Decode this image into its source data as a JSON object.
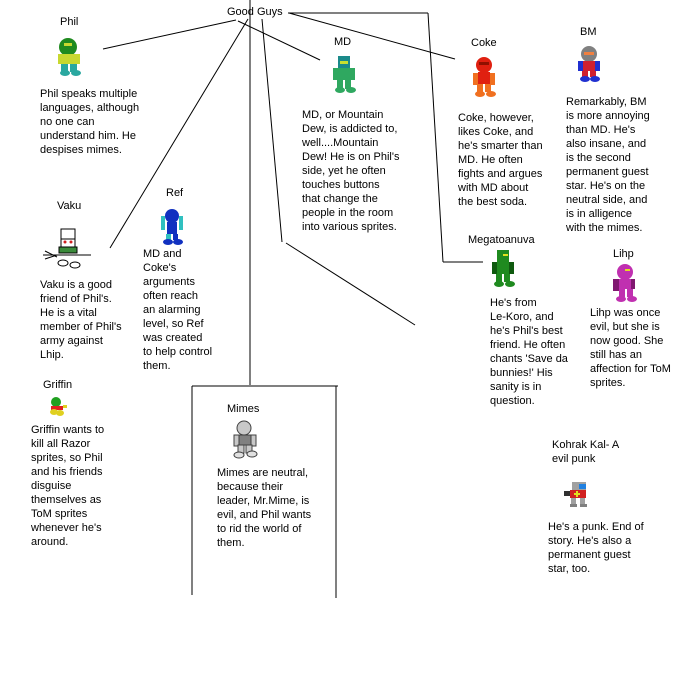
{
  "title": "Good Guys",
  "characters": {
    "phil": {
      "name": "Phil",
      "description": "Phil speaks multiple\nlanguages, although\nno one can\nunderstand him. He\ndespises mimes.",
      "colors": {
        "primary": "#1f8a1f",
        "secondary": "#c8d830",
        "accent": "#2aa8a0"
      }
    },
    "md": {
      "name": "MD",
      "description": "MD, or Mountain\nDew, is addicted to,\nwell....Mountain\nDew! He is on Phil's\nside, yet he often\ntouches buttons\nthat change the\npeople in the room\ninto various sprites.",
      "colors": {
        "primary": "#2fa860",
        "secondary": "#1b8a8a",
        "accent": "#c8e030"
      }
    },
    "coke": {
      "name": "Coke",
      "description": "Coke, however,\nlikes Coke, and\nhe's smarter than\nMD. He often\nfights and argues\nwith MD about\nthe best soda.",
      "colors": {
        "primary": "#e02010",
        "secondary": "#f07020",
        "accent": "#901000"
      }
    },
    "bm": {
      "name": "BM",
      "description": "Remarkably, BM\nis more annoying\nthan MD. He's\nalso insane, and\nis the second\npermanent guest\nstar. He's on the\nneutral side, and\nis in alligence\nwith the mimes.",
      "colors": {
        "primary": "#808080",
        "secondary": "#d02030",
        "accent": "#2030d0"
      }
    },
    "vaku": {
      "name": "Vaku",
      "description": "Vaku is a good\nfriend of Phil's.\nHe is a vital\nmember of Phil's\narmy against\nLhip.",
      "colors": {
        "primary": "#ffffff",
        "secondary": "#3a8a3a",
        "accent": "#d02020"
      }
    },
    "ref": {
      "name": "Ref",
      "description": "MD and\nCoke's\narguments\noften reach\nan alarming\nlevel, so Ref\nwas created\nto help control\nthem.",
      "colors": {
        "primary": "#1030c0",
        "secondary": "#30c0c0",
        "accent": "#000080"
      }
    },
    "megatoanuva": {
      "name": "Megatoanuva",
      "description": "He's from\nLe-Koro, and\nhe's Phil's best\nfriend. He often\nchants 'Save da\nbunnies!' His\nsanity is in\nquestion.",
      "colors": {
        "primary": "#1f8a1f",
        "secondary": "#0f5a0f",
        "accent": "#e0e020"
      }
    },
    "lihp": {
      "name": "Lihp",
      "description": "Lihp was once\nevil, but she is\nnow good. She\nstill has an\naffection for ToM\nsprites.",
      "colors": {
        "primary": "#c030b0",
        "secondary": "#801870",
        "accent": "#e0e020"
      }
    },
    "griffin": {
      "name": "Griffin",
      "description": "Griffin wants to\nkill all Razor\nsprites, so Phil\nand his friends\ndisguise\nthemselves as\nToM sprites\nwhenever he's\naround.",
      "colors": {
        "primary": "#20a020",
        "secondary": "#e02020",
        "accent": "#e0d020"
      }
    },
    "mimes": {
      "name": "Mimes",
      "description": "Mimes are neutral,\nbecause their\nleader, Mr.Mime, is\nevil, and Phil wants\nto rid the world of\nthem.",
      "colors": {
        "primary": "#c8c8c8",
        "secondary": "#808080",
        "accent": "#404040"
      }
    },
    "kohrak": {
      "name": "Kohrak Kal- A\nevil punk",
      "description": "He's a punk. End of\nstory. He's also a\npermanent guest\nstar, too.",
      "colors": {
        "primary": "#a0a0a0",
        "secondary": "#d02020",
        "accent": "#2080e0"
      }
    }
  }
}
